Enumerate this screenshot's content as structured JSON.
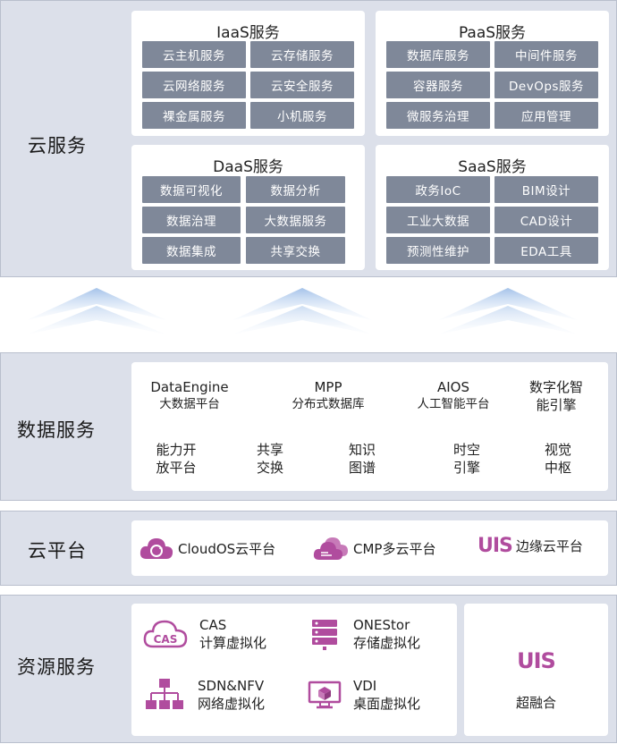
{
  "cloud_services": {
    "title": "云服务",
    "iaas": {
      "title": "IaaS服务",
      "items": [
        "云主机服务",
        "云存储服务",
        "云网络服务",
        "云安全服务",
        "裸金属服务",
        "小机服务"
      ]
    },
    "paas": {
      "title": "PaaS服务",
      "items": [
        "数据库服务",
        "中间件服务",
        "容器服务",
        "DevOps服务",
        "微服务治理",
        "应用管理"
      ]
    },
    "daas": {
      "title": "DaaS服务",
      "items": [
        "数据可视化",
        "数据分析",
        "数据治理",
        "大数据服务",
        "数据集成",
        "共享交换"
      ]
    },
    "saas": {
      "title": "SaaS服务",
      "items": [
        "政务IoC",
        "BIM设计",
        "工业大数据",
        "CAD设计",
        "预测性维护",
        "EDA工具"
      ]
    }
  },
  "data_services": {
    "title": "数据服务",
    "row1": [
      {
        "line1": "DataEngine",
        "line2": "大数据平台"
      },
      {
        "line1": "MPP",
        "line2": "分布式数据库"
      },
      {
        "line1": "AIOS",
        "line2": "人工智能平台"
      },
      {
        "line1": "数字化智",
        "line2": "能引擎"
      }
    ],
    "row2": [
      {
        "line1": "能力开",
        "line2": "放平台"
      },
      {
        "line1": "共享",
        "line2": "交换"
      },
      {
        "line1": "知识",
        "line2": "图谱"
      },
      {
        "line1": "时空",
        "line2": "引擎"
      },
      {
        "line1": "视觉",
        "line2": "中枢"
      }
    ]
  },
  "cloud_platform": {
    "title": "云平台",
    "items": [
      {
        "label": "CloudOS云平台",
        "icon": "cloudos-cloud-icon"
      },
      {
        "label": "CMP多云平台",
        "icon": "cmp-multicloud-icon"
      },
      {
        "label": "边缘云平台",
        "icon": "uis-logo-icon",
        "logo_text": "UIS"
      }
    ]
  },
  "resource_services": {
    "title": "资源服务",
    "items": [
      {
        "name": "CAS",
        "desc": "计算虚拟化",
        "icon": "cas-cloud-icon",
        "icon_text": "CAS"
      },
      {
        "name": "ONEStor",
        "desc": "存储虚拟化",
        "icon": "server-stack-icon"
      },
      {
        "name": "SDN&NFV",
        "desc": "网络虚拟化",
        "icon": "network-topology-icon"
      },
      {
        "name": "VDI",
        "desc": "桌面虚拟化",
        "icon": "desktop-monitor-icon"
      }
    ],
    "hyper": {
      "logo_text": "UIS",
      "label": "超融合",
      "icon": "uis-logo-icon"
    }
  },
  "colors": {
    "band_bg": "#dce0ea",
    "tile_bg": "#7f8899",
    "accent_purple": "#b04c9e",
    "arrow_blue": "#bcd2f0"
  }
}
